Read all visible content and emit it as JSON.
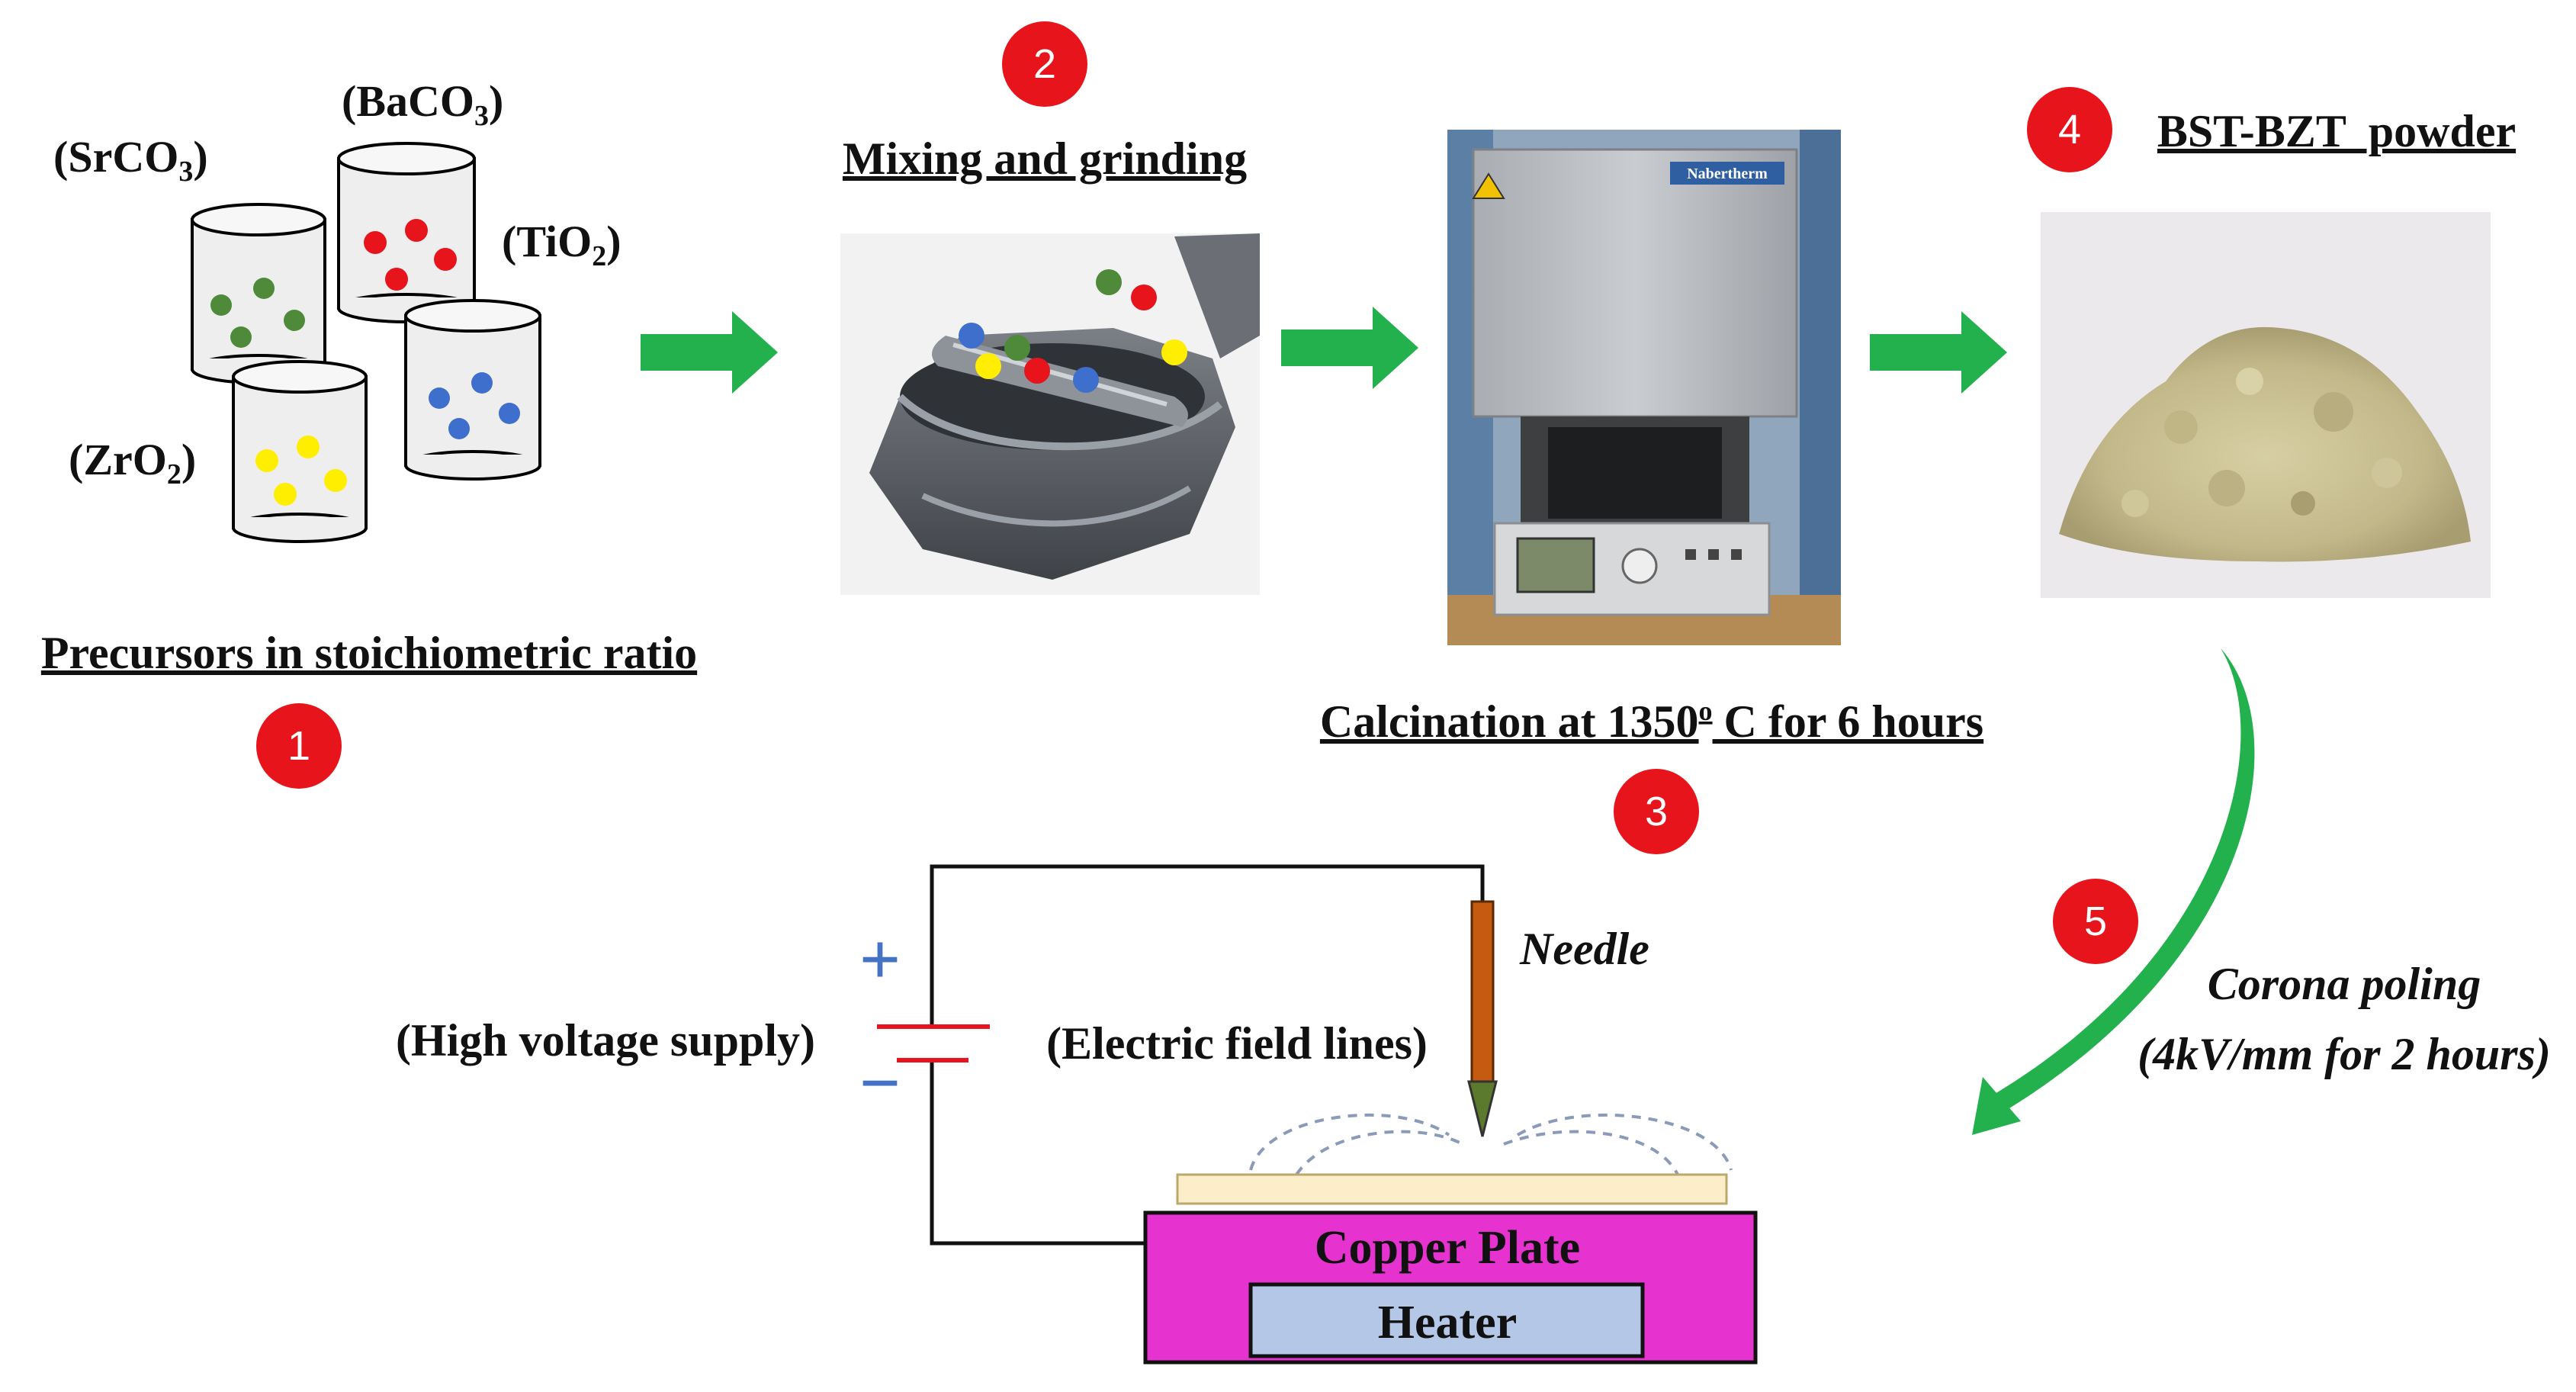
{
  "steps": [
    {
      "number": "1",
      "label": "Precursors in stoichiometric ratio"
    },
    {
      "number": "2",
      "label": "Mixing and grinding"
    },
    {
      "number": "3",
      "label": "Calcination at 1350",
      "label_sup": "o",
      "label_tail": " C for 6 hours"
    },
    {
      "number": "4",
      "label": "BST-BZT  powder"
    },
    {
      "number": "5",
      "label_line1": "Corona poling",
      "label_line2": "(4kV/mm for 2 hours)"
    }
  ],
  "precursors": [
    {
      "open": "(SrCO",
      "sub": "3",
      "close": ")",
      "dot_color": "#4f8a3a"
    },
    {
      "open": "(BaCO",
      "sub": "3",
      "close": ")",
      "dot_color": "#e8141c"
    },
    {
      "open": "(TiO",
      "sub": "2",
      "close": ")",
      "dot_color": "#3f6fcc"
    },
    {
      "open": "(ZrO",
      "sub": "2",
      "close": ")",
      "dot_color": "#ffee00"
    }
  ],
  "furnace_brand": "Nabertherm",
  "poling": {
    "supply_label": "(High voltage supply)",
    "plus": "+",
    "minus": "−",
    "needle_label": "Needle",
    "field_label": "(Electric field lines)",
    "plate_label": "Copper Plate",
    "heater_label": "Heater"
  },
  "colors": {
    "arrow": "#22b14c",
    "badge": "#e8141c",
    "plate": "#e633cf",
    "heater": "#b4c7e7",
    "sample": "#fbeec8",
    "needle": "#c55a11",
    "sign": "#4472c4",
    "battery": "#e8141c"
  }
}
